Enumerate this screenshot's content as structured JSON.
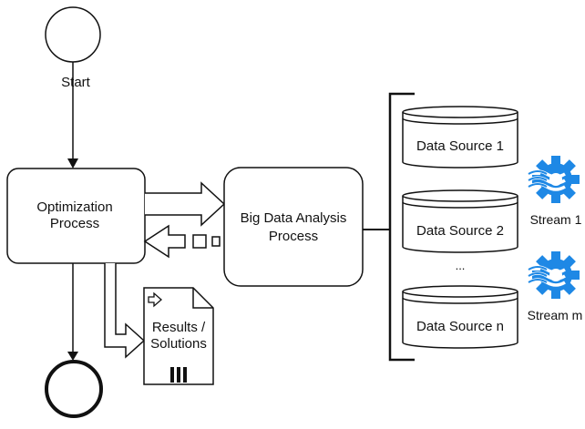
{
  "diagram": {
    "start_label": "Start",
    "optimization": {
      "line1": "Optimization",
      "line2": "Process"
    },
    "big_data": {
      "line1": "Big Data Analysis",
      "line2": "Process"
    },
    "results": {
      "line1": "Results /",
      "line2": "Solutions"
    },
    "sources": [
      "Data Source 1",
      "Data Source 2",
      "Data Source n"
    ],
    "sources_ellipsis": "...",
    "streams": [
      "Stream 1",
      "Stream m"
    ],
    "colors": {
      "stroke": "#111111",
      "fill": "#ffffff",
      "stream_icon": "#1e88e5"
    }
  }
}
